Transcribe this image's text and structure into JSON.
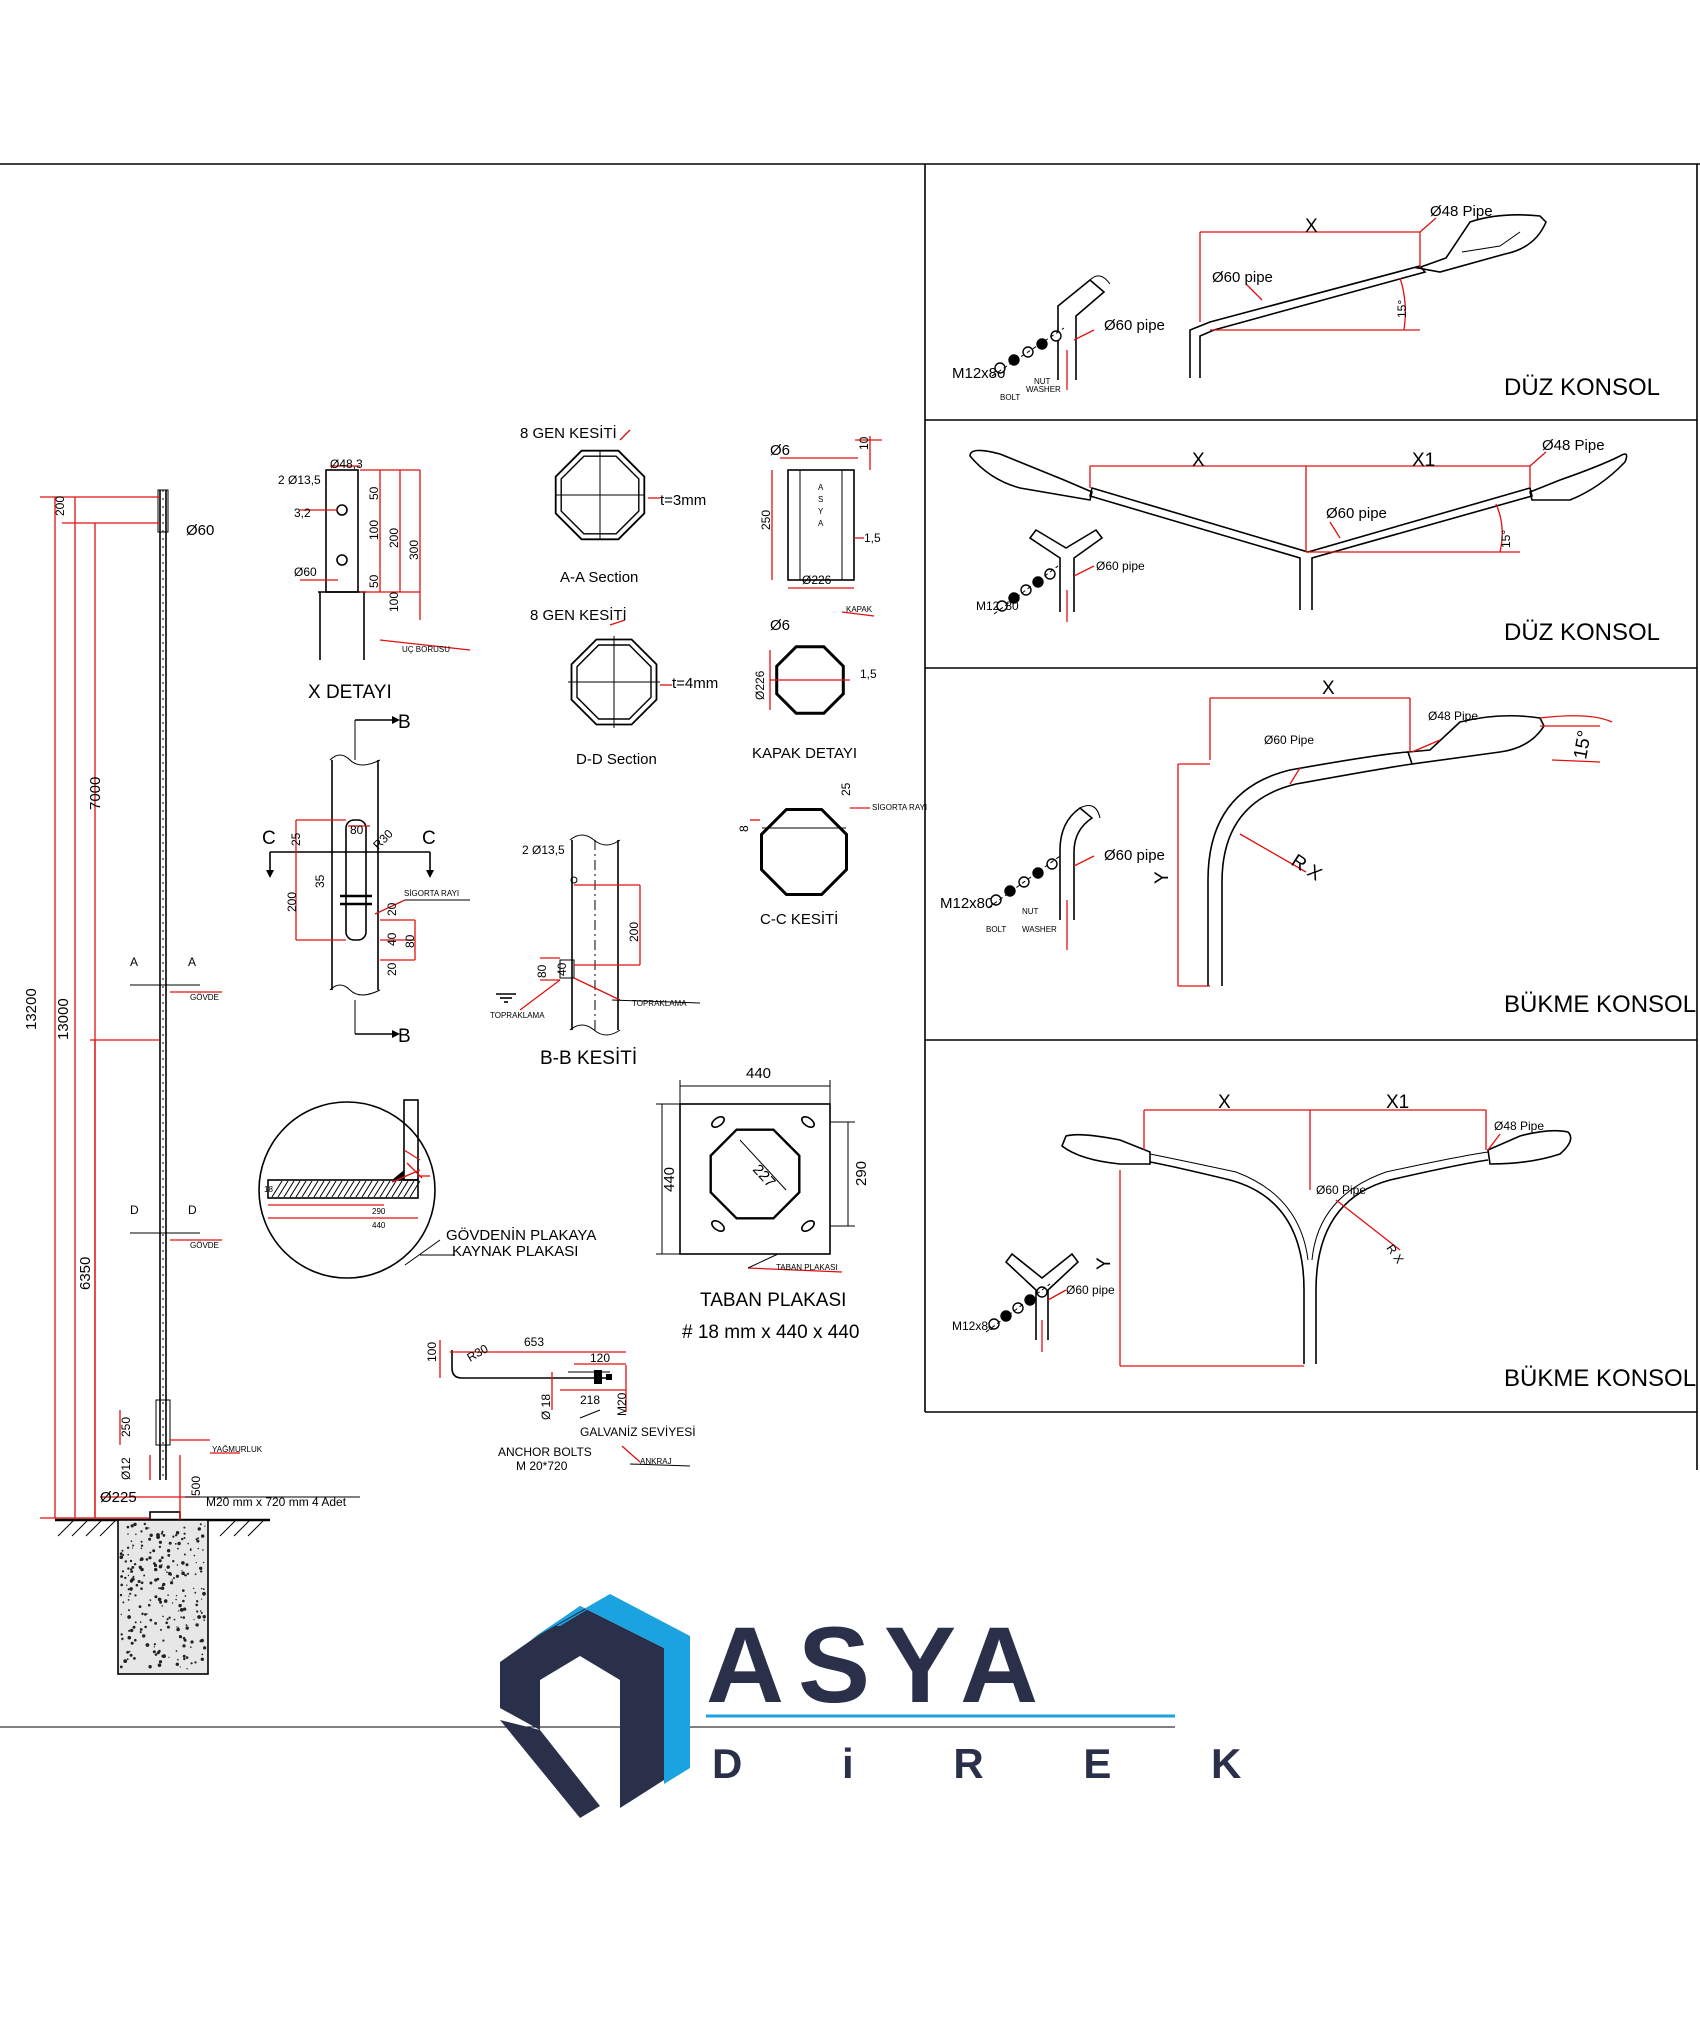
{
  "colors": {
    "dimension": "#e01010",
    "line": "#000000",
    "logo_blue": "#1aa3e0",
    "logo_navy": "#2a2f4a"
  },
  "pole": {
    "dia_top": "Ø60",
    "dims": [
      "200",
      "7000",
      "13000",
      "13200",
      "6350",
      "250",
      "500"
    ],
    "dia_bottom": "Ø225",
    "dia_small": "Ø12",
    "bolt_text": "M20 mm x 720 mm 4 Adet",
    "sec_a": "A",
    "sec_d": "D",
    "govde": "GÖVDE",
    "yagmurluk": "YAĞMURLUK"
  },
  "x_detail": {
    "title": "X DETAYI",
    "labels": [
      "2 Ø13,5",
      "Ø48,3",
      "3,2",
      "Ø60",
      "50",
      "100",
      "200",
      "300",
      "50",
      "100"
    ],
    "tag": "UÇ BORUSU"
  },
  "octa": [
    {
      "title": "8 GEN KESİTİ",
      "t": "t=3mm",
      "caption": "A-A Section"
    },
    {
      "title": "8 GEN KESİTİ",
      "t": "t=4mm",
      "caption": "D-D Section"
    }
  ],
  "cap": {
    "d6a": "Ø6",
    "d10": "10",
    "d250": "250",
    "d15": "1,5",
    "d226": "Ø226",
    "vert": [
      "A",
      "S",
      "Y",
      "A"
    ],
    "tag": "KAPAK",
    "d6b": "Ø6",
    "d226b": "Ø226",
    "d15b": "1,5",
    "title": "KAPAK DETAYI"
  },
  "cc_section": {
    "d8": "8",
    "d25": "25",
    "tag": "SİGORTA RAYI",
    "title": "C-C KESİTİ"
  },
  "door": {
    "b": "B",
    "c": "C",
    "dims": [
      "25",
      "R30",
      "80",
      "200",
      "35",
      "20",
      "40",
      "80",
      "20"
    ],
    "tag": "SİGORTA RAYI"
  },
  "bb": {
    "dia": "2 Ø13,5",
    "dims": [
      "200",
      "80",
      "40"
    ],
    "tag1": "TOPRAKLAMA",
    "tag2": "TOPRAKLAMA",
    "title": "B-B KESİTİ"
  },
  "weld": {
    "dims": [
      "18",
      "290",
      "440"
    ],
    "title1": "GÖVDENİN PLAKAYA",
    "title2": "KAYNAK PLAKASI"
  },
  "base": {
    "w": "440",
    "h": "440",
    "d227": "227",
    "d290": "290",
    "tag": "TABAN PLAKASI",
    "title": "TABAN PLAKASI",
    "spec": "# 18 mm x 440 x 440"
  },
  "anchor": {
    "dims": [
      "653",
      "R30",
      "100",
      "120",
      "218",
      "Ø 18",
      "M20"
    ],
    "galv": "GALVANİZ SEVİYESİ",
    "title1": "ANCHOR BOLTS",
    "title2": "M 20*720",
    "tag": "ANKRAJ"
  },
  "panels": [
    {
      "title": "DÜZ KONSOL",
      "x": "X",
      "p48": "Ø48 Pipe",
      "p60": "Ø60 pipe",
      "ang": "15°",
      "p60s": "Ø60 pipe",
      "bolt": "M12x80"
    },
    {
      "title": "DÜZ KONSOL",
      "x": "X",
      "x1": "X1",
      "p48": "Ø48 Pipe",
      "p60": "Ø60 pipe",
      "ang": "15°",
      "p60s": "Ø60 pipe",
      "bolt": "M12x80"
    },
    {
      "title": "BÜKME KONSOL",
      "x": "X",
      "y": "Y",
      "rx": "R X",
      "p48": "Ø48 Pipe",
      "p60": "Ø60 Pipe",
      "ang": "15°",
      "p60s": "Ø60 pipe",
      "bolt": "M12x80"
    },
    {
      "title": "BÜKME KONSOL",
      "x": "X",
      "x1": "X1",
      "y": "Y",
      "rx": "R X",
      "p48": "Ø48 Pipe",
      "p60": "Ø60 Pipe",
      "p60s": "Ø60 pipe",
      "bolt": "M12x80"
    }
  ],
  "bolt_tags": [
    "BOLT",
    "NUT",
    "WASHER"
  ],
  "logo": {
    "word": "ASYA",
    "sub": "D i R E K"
  }
}
